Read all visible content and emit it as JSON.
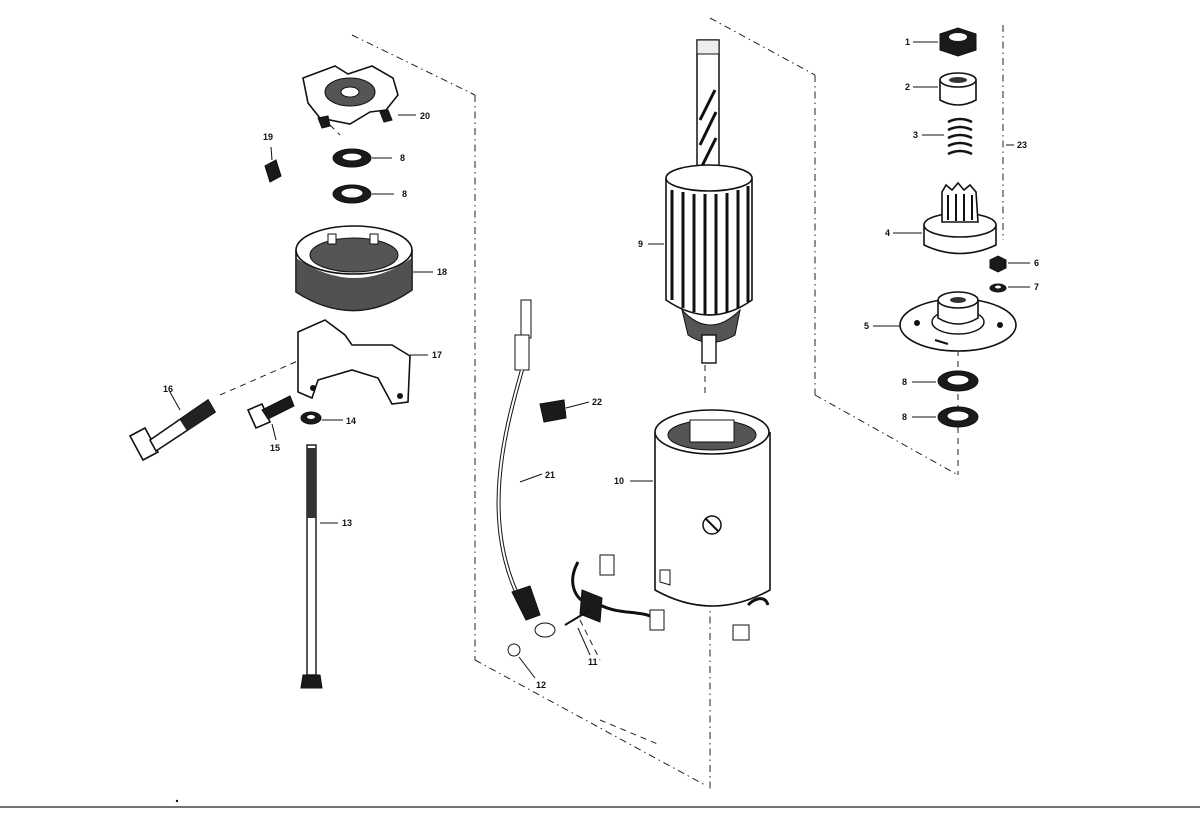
{
  "callouts": [
    {
      "id": "c1",
      "text": "1"
    },
    {
      "id": "c2",
      "text": "2"
    },
    {
      "id": "c3",
      "text": "3"
    },
    {
      "id": "c4",
      "text": "4"
    },
    {
      "id": "c5",
      "text": "5"
    },
    {
      "id": "c6",
      "text": "6"
    },
    {
      "id": "c7",
      "text": "7"
    },
    {
      "id": "c8a",
      "text": "8"
    },
    {
      "id": "c8b",
      "text": "8"
    },
    {
      "id": "c8c",
      "text": "8"
    },
    {
      "id": "c8d",
      "text": "8"
    },
    {
      "id": "c9",
      "text": "9"
    },
    {
      "id": "c10",
      "text": "10"
    },
    {
      "id": "c11",
      "text": "11"
    },
    {
      "id": "c12",
      "text": "12"
    },
    {
      "id": "c13",
      "text": "13"
    },
    {
      "id": "c14",
      "text": "14"
    },
    {
      "id": "c15",
      "text": "15"
    },
    {
      "id": "c16",
      "text": "16"
    },
    {
      "id": "c17",
      "text": "17"
    },
    {
      "id": "c18",
      "text": "18"
    },
    {
      "id": "c19",
      "text": "19"
    },
    {
      "id": "c20",
      "text": "20"
    },
    {
      "id": "c21",
      "text": "21"
    },
    {
      "id": "c22",
      "text": "22"
    },
    {
      "id": "c23",
      "text": "23"
    }
  ]
}
